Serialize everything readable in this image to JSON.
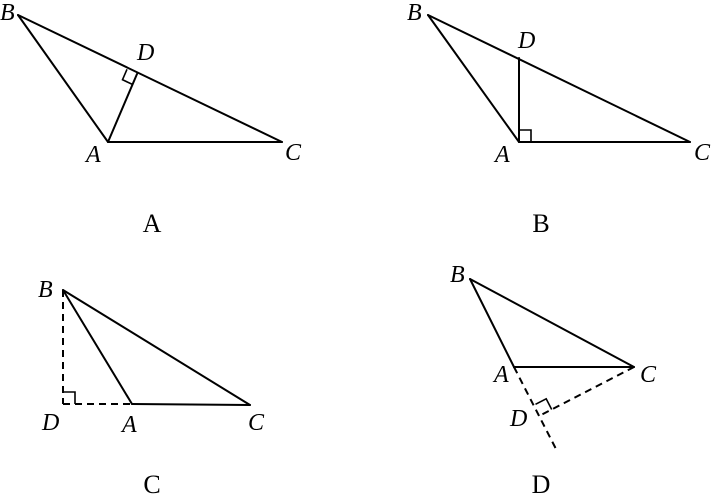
{
  "panels": [
    {
      "id": "A",
      "caption": "A",
      "labels": {
        "A": "A",
        "B": "B",
        "C": "C",
        "D": "D"
      }
    },
    {
      "id": "B",
      "caption": "B",
      "labels": {
        "A": "A",
        "B": "B",
        "C": "C",
        "D": "D"
      }
    },
    {
      "id": "C",
      "caption": "C",
      "labels": {
        "A": "A",
        "B": "B",
        "C": "C",
        "D": "D"
      }
    },
    {
      "id": "D",
      "caption": "D",
      "labels": {
        "A": "A",
        "B": "B",
        "C": "C",
        "D": "D"
      }
    }
  ]
}
